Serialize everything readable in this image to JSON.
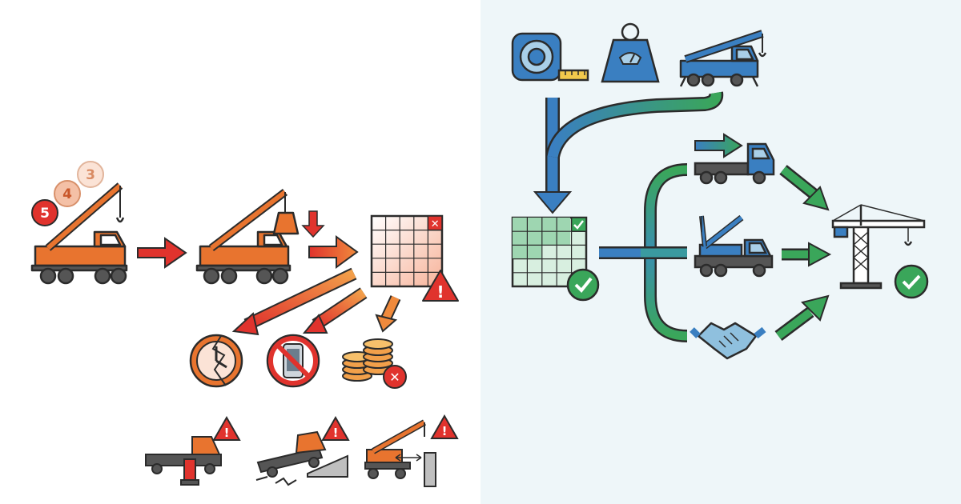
{
  "colors": {
    "left_background": "#ffffff",
    "right_background": "#eef6f9",
    "orange": "#e8742f",
    "red": "#e0332d",
    "blue": "#3a7fc1",
    "green": "#3aa65a",
    "outline": "#2b2b2b"
  },
  "left": {
    "number_badges": [
      "5",
      "4",
      "3"
    ],
    "warning_mark": "!",
    "cross_mark": "✕"
  },
  "icons": [
    "mobile-crane-icon",
    "red-arrow-icon",
    "crane-lifting-load-icon",
    "down-arrow-icon",
    "orange-arrow-icon",
    "load-chart-grid-icon",
    "warning-icon",
    "broken-clock-icon",
    "no-phone-icon",
    "coin-stack-icon",
    "outrigger-warning-icon",
    "tipping-truck-icon",
    "boom-clearance-icon",
    "tape-measure-icon",
    "weight-icon",
    "mobile-crane-blue-icon",
    "load-chart-approved-icon",
    "transport-truck-icon",
    "tower-crane-icon",
    "handshake-icon",
    "check-icon"
  ]
}
